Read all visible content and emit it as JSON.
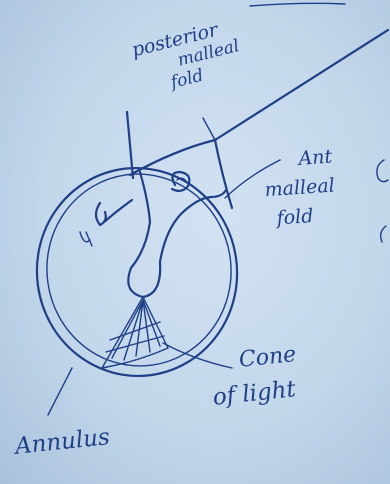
{
  "labels": {
    "posterior": [
      "posterior",
      "malleal",
      "fold"
    ],
    "anterior": [
      "Ant",
      "malleal",
      "fold"
    ],
    "cone": [
      "Cone",
      "of light"
    ],
    "annulus": "Annulus"
  },
  "colors": {
    "paper": "#c6d9ec",
    "ink": "#1f3f86"
  }
}
